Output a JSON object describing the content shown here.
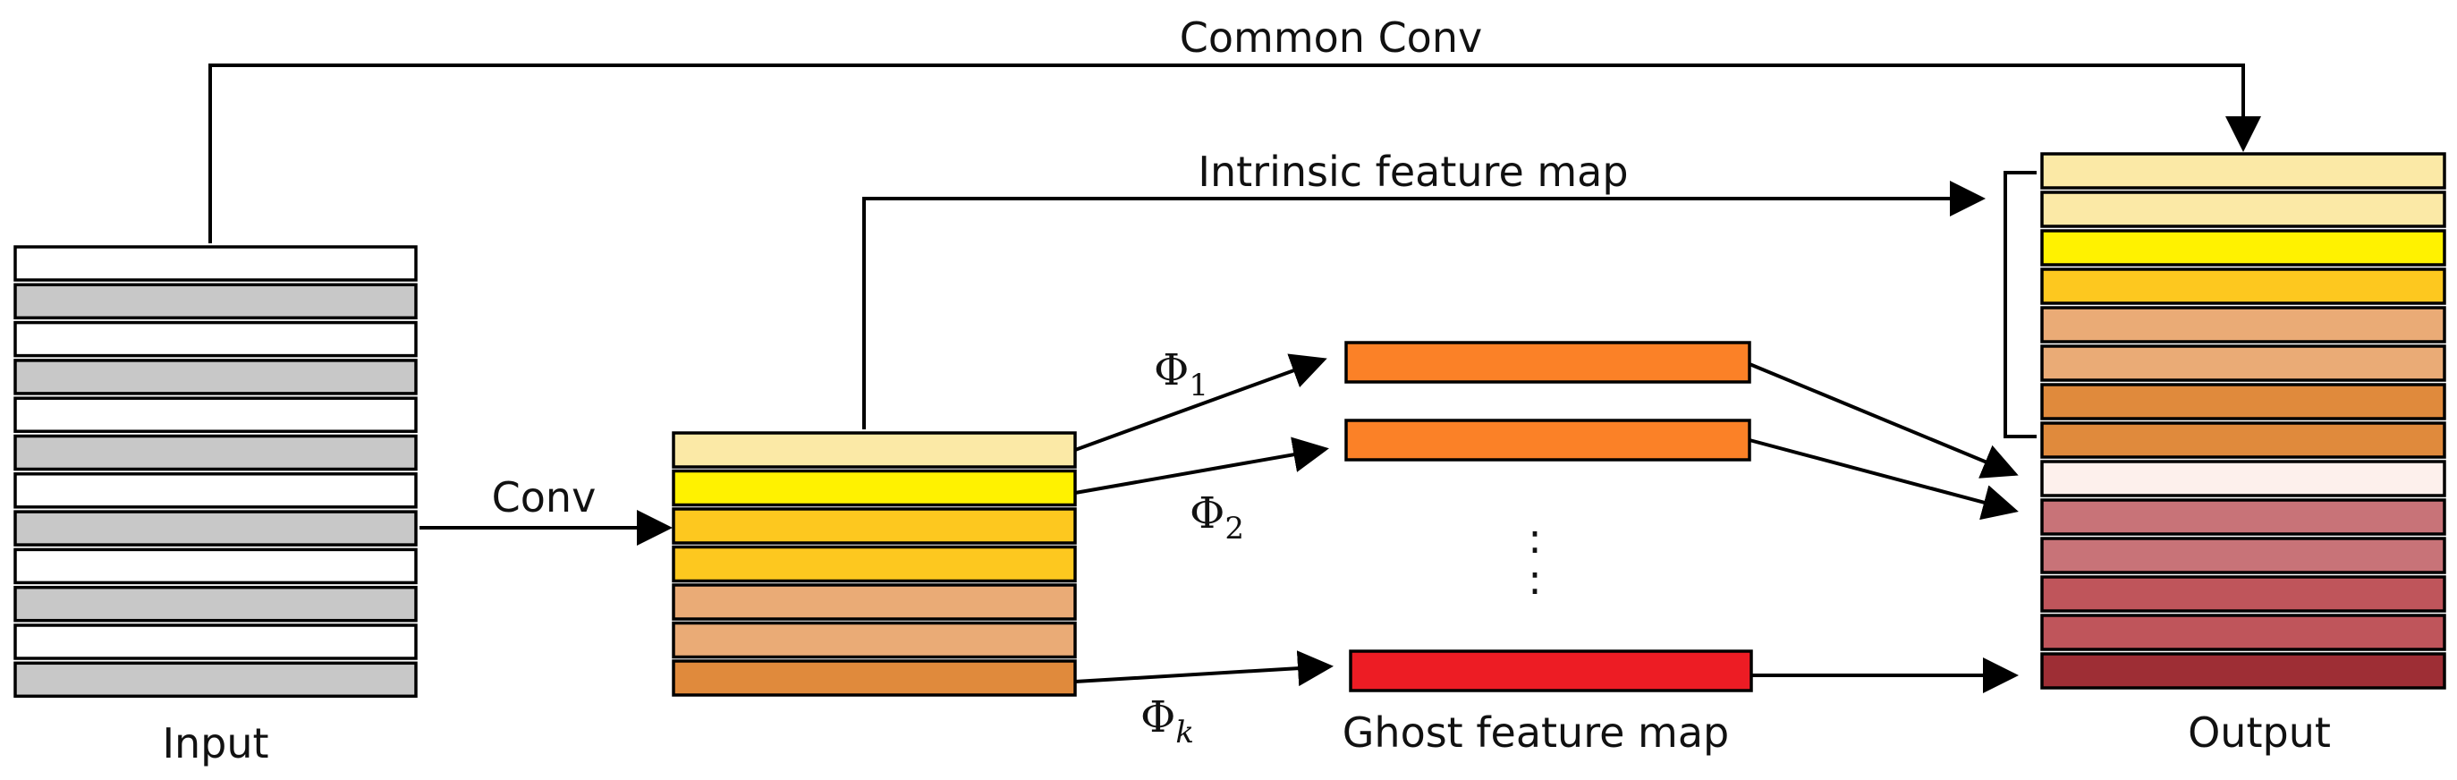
{
  "labels": {
    "common_conv": "Common Conv",
    "intrinsic": "Intrinsic feature map",
    "conv": "Conv",
    "input": "Input",
    "ghost": "Ghost feature map",
    "output": "Output"
  },
  "phis": [
    {
      "base": "Φ",
      "sub": "1"
    },
    {
      "base": "Φ",
      "sub": "2"
    },
    {
      "base": "Φ",
      "sub": "k"
    }
  ],
  "dots": ":",
  "input_stack": [
    "#ffffff",
    "#c8c8c8",
    "#ffffff",
    "#c8c8c8",
    "#ffffff",
    "#c8c8c8",
    "#ffffff",
    "#c8c8c8",
    "#ffffff",
    "#c8c8c8",
    "#ffffff",
    "#c8c8c8"
  ],
  "conv_stack": [
    "#fbe9a6",
    "#fff200",
    "#fdc81f",
    "#fdc81f",
    "#eaab76",
    "#eaab76",
    "#e08a3c"
  ],
  "ghost_maps": [
    "#fb8127",
    "#fb8127",
    "#ed1c24"
  ],
  "output_stack": [
    "#fbe9a6",
    "#fbe9a6",
    "#fff200",
    "#fdc81f",
    "#eaab76",
    "#eaab76",
    "#e08a3c",
    "#e08a3c",
    "#fdf0ec",
    "#c87378",
    "#c87378",
    "#bf555b",
    "#bf555b",
    "#9e2e35"
  ]
}
